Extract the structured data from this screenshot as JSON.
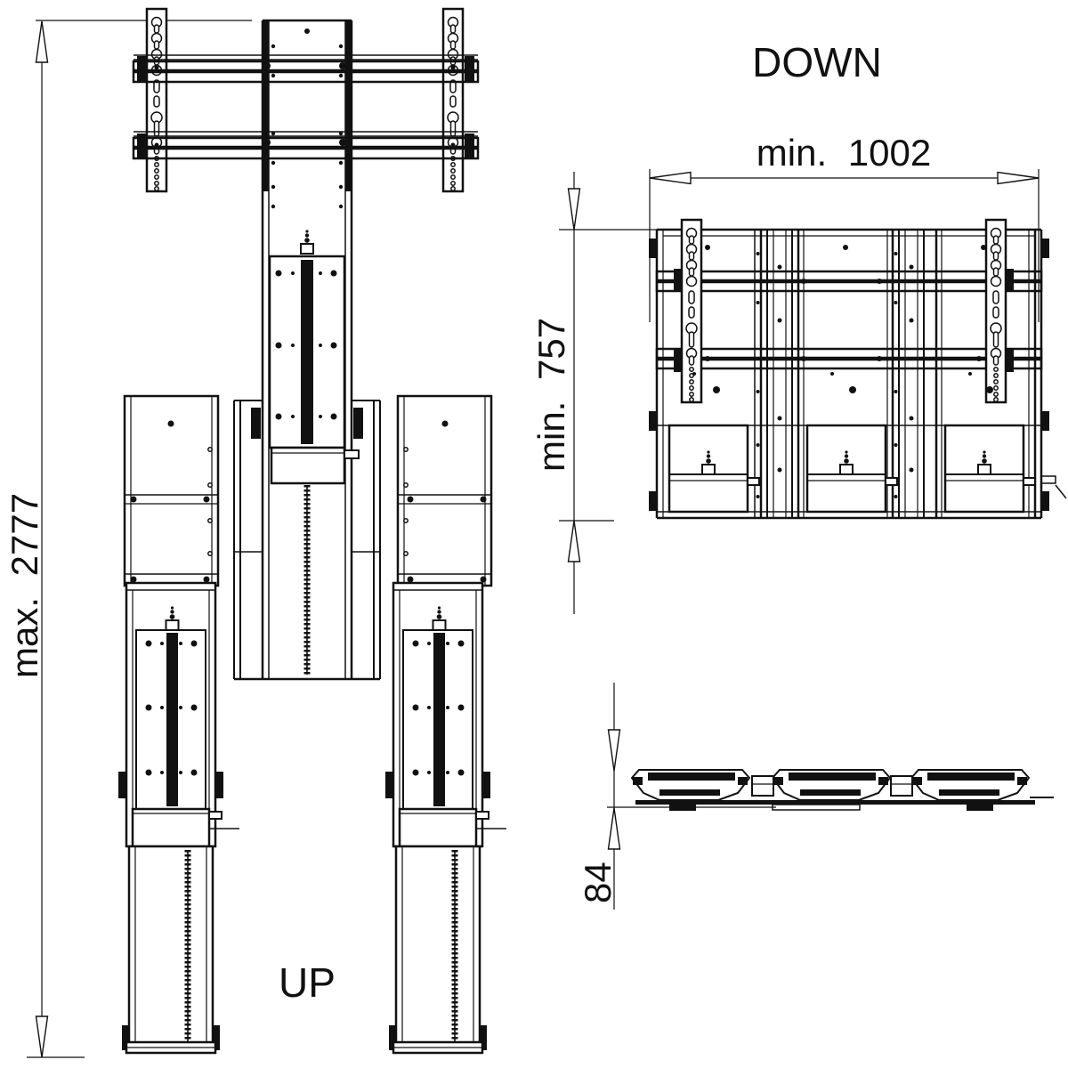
{
  "drawing": {
    "background_color": "#ffffff",
    "line_color": "#111111",
    "views": {
      "up": {
        "label": "UP"
      },
      "down": {
        "label": "DOWN"
      },
      "profile": {
        "label": ""
      }
    },
    "dimensions": {
      "max_height": "max. 2777",
      "min_width": "min. 1002",
      "min_depth": "min. 757",
      "profile_height": "84"
    }
  }
}
